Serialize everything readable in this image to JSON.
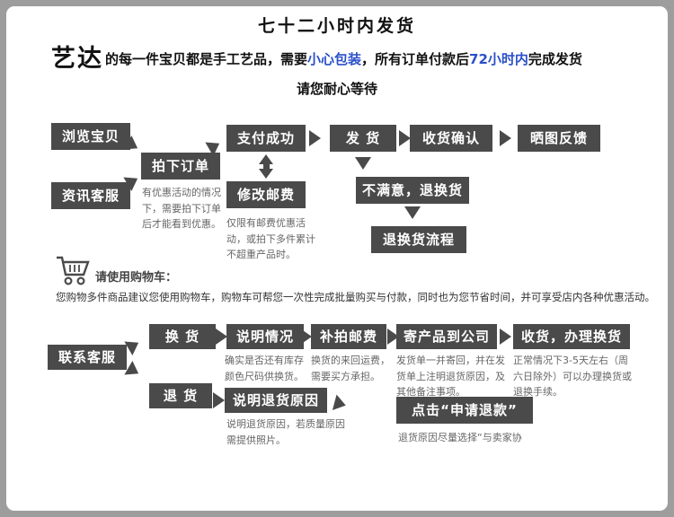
{
  "colors": {
    "highlight": "#2b50c8",
    "box_bg": "#4a4a4a",
    "frame_bg": "#9d9d9d"
  },
  "header": {
    "title": "七十二小时内发货"
  },
  "intro": {
    "brand": "艺达",
    "seg1": "的每一件宝贝都是手工艺品，需要",
    "highlight1": "小心包装",
    "seg2": "，所有订单付款后",
    "highlight2": "72小时内",
    "seg3": "完成发货",
    "line2": "请您耐心等待"
  },
  "flow1": {
    "browse": "浏览宝贝",
    "consult": "资讯客服",
    "order": "拍下订单",
    "order_note": "有优惠活动的情况下，需要拍下订单后才能看到优惠。",
    "pay": "支付成功",
    "postage": "修改邮费",
    "postage_note": "仅限有邮费优惠活动，或拍下多件累计不超重产品时。",
    "ship": "发 货",
    "receive": "收货确认",
    "feedback": "晒图反馈",
    "unsatisfied": "不满意，退换货",
    "return_process": "退换货流程"
  },
  "cart": {
    "label": "请使用购物车：",
    "desc": "您购物多件商品建议您使用购物车，购物车可帮您一次性完成批量购买与付款，同时也为您节省时间，并可享受店内各种优惠活动。"
  },
  "flow2": {
    "contact": "联系客服",
    "exchange": "换 货",
    "refund": "退 货",
    "explain": "说明情况",
    "explain_note": "确实是否还有库存颜色尺码供换货。",
    "postage": "补拍邮费",
    "postage_note": "换货的来回运费，需要买方承担。",
    "send": "寄产品到公司",
    "send_note": "发货单一并寄回，并在发货单上注明退货原因，及其他备注事项。",
    "handle": "收货，办理换货",
    "handle_note": "正常情况下3-5天左右（周六日除外）可以办理换货或退换手续。",
    "reason": "说明退货原因",
    "reason_note": "说明退货原因，若质量原因需提供照片。",
    "apply": "点击“申请退款”",
    "apply_note": "退货原因尽量选择“与卖家协"
  }
}
